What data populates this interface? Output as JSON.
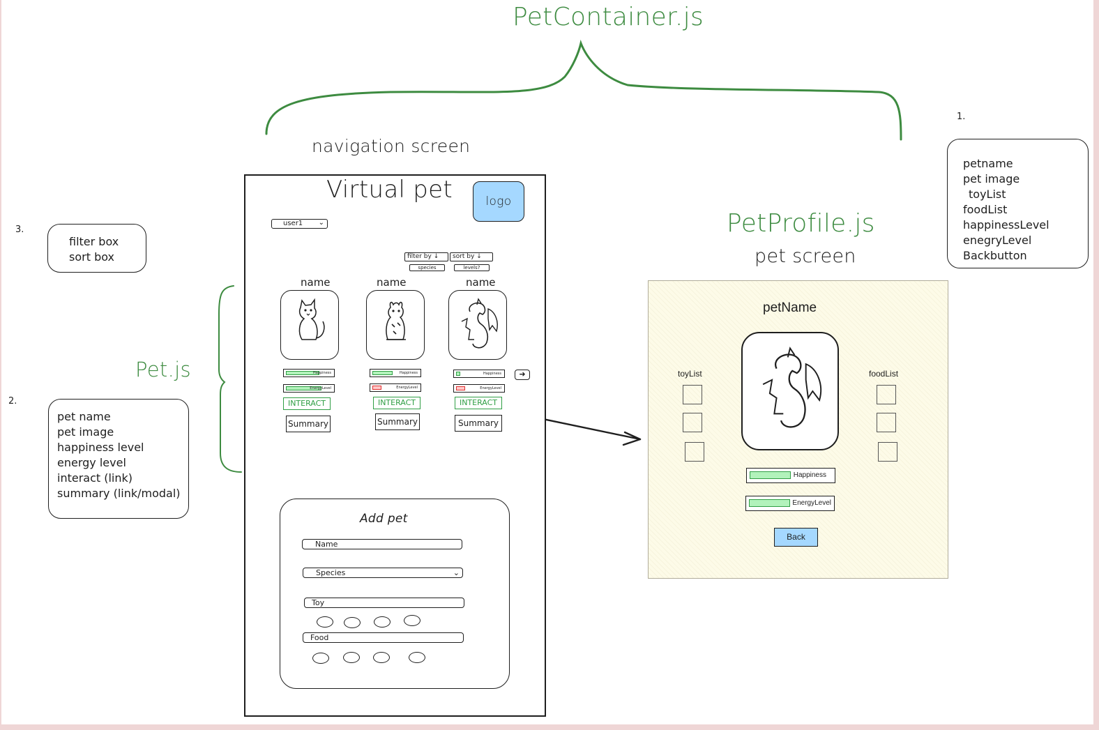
{
  "headings": {
    "pet_container": "PetContainer.js",
    "navigation_screen": "navigation screen",
    "pet_profile": "PetProfile.js",
    "pet_screen": "pet screen",
    "pet_js": "Pet.js"
  },
  "notes": {
    "one": {
      "marker": "1.",
      "lines": [
        "petname",
        "pet image",
        "toyList",
        "foodList",
        "happinessLevel",
        "enegryLevel",
        "Backbutton"
      ]
    },
    "two": {
      "marker": "2.",
      "lines": [
        "pet name",
        "pet image",
        "happiness level",
        "energy level",
        "interact (link)",
        "summary (link/modal)"
      ]
    },
    "three": {
      "marker": "3.",
      "lines": [
        "filter box",
        "sort box"
      ]
    }
  },
  "nav": {
    "title": "Virtual pet",
    "logo": "logo",
    "user_select": "user1",
    "filter_label": "filter by",
    "sort_label": "sort by",
    "filter_value": "species",
    "sort_value": "levels?",
    "pets": [
      {
        "name": "name",
        "happiness": "Happiness",
        "energy": "EnergyLevel",
        "happiness_level": 0.75,
        "energy_level": 0.8,
        "interact": "INTERACT",
        "summary": "Summary"
      },
      {
        "name": "name",
        "happiness": "Happiness",
        "energy": "EnergyLevel",
        "happiness_level": 0.45,
        "energy_level": 0.2,
        "interact": "INTERACT",
        "summary": "Summary"
      },
      {
        "name": "name",
        "happiness": "Happiness",
        "energy": "EnergyLevel",
        "happiness_level": 0.1,
        "energy_level": 0.2,
        "interact": "INTERACT",
        "summary": "Summary"
      }
    ],
    "add_pet": {
      "title": "Add pet",
      "name_placeholder": "Name",
      "species_placeholder": "Species",
      "toy_placeholder": "Toy",
      "food_placeholder": "Food"
    }
  },
  "profile": {
    "pet_name": "petName",
    "toy_list": "toyList",
    "food_list": "foodList",
    "happiness": "Happiness",
    "energy": "EnergyLevel",
    "happiness_level": 0.5,
    "energy_level": 0.5,
    "back": "Back"
  },
  "colors": {
    "annotation_green": "#3d8b40",
    "logo_blue": "#a5d8ff",
    "profile_bg": "#fdfbe8",
    "bar_green": "#b2f2bb"
  }
}
